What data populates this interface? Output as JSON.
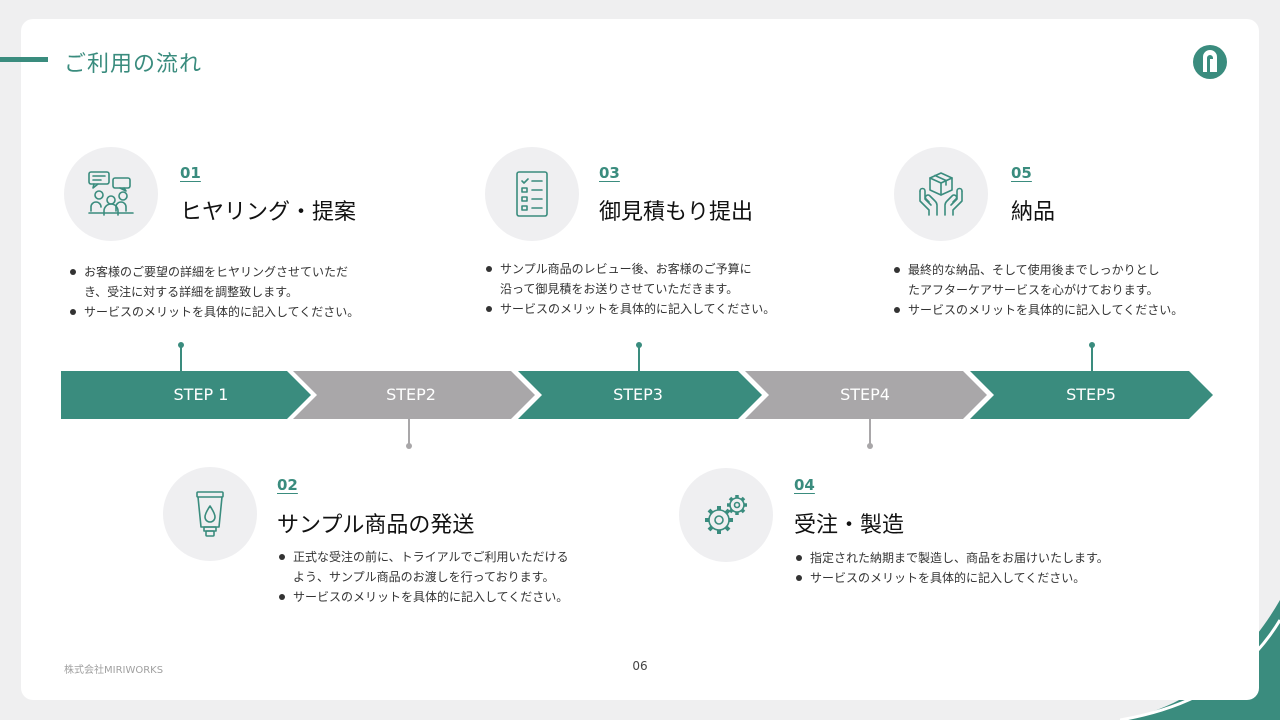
{
  "header": {
    "title": "ご利用の流れ"
  },
  "steps": [
    {
      "num": "01",
      "title": "ヒヤリング・提案",
      "icon": "meeting-icon",
      "bullets": [
        "お客様のご要望の詳細をヒヤリングさせていただ\nき、受注に対する詳細を調整致します。",
        "サービスのメリットを具体的に記入してください。"
      ]
    },
    {
      "num": "02",
      "title": "サンプル商品の発送",
      "icon": "tube-icon",
      "bullets": [
        "正式な受注の前に、トライアルでご利用いただける\nよう、サンプル商品のお渡しを行っております。",
        "サービスのメリットを具体的に記入してください。"
      ]
    },
    {
      "num": "03",
      "title": "御見積もり提出",
      "icon": "checklist-icon",
      "bullets": [
        "サンプル商品のレビュー後、お客様のご予算に\n沿って御見積をお送りさせていただきます。",
        "サービスのメリットを具体的に記入してください。"
      ]
    },
    {
      "num": "04",
      "title": "受注・製造",
      "icon": "gears-icon",
      "bullets": [
        "指定された納期まで製造し、商品をお届けいたします。",
        "サービスのメリットを具体的に記入してください。"
      ]
    },
    {
      "num": "05",
      "title": "納品",
      "icon": "hands-box-icon",
      "bullets": [
        "最終的な納品、そして使用後までしっかりとし\nたアフターケアサービスを心がけております。",
        "サービスのメリットを具体的に記入してください。"
      ]
    }
  ],
  "chevrons": [
    "STEP 1",
    "STEP2",
    "STEP3",
    "STEP4",
    "STEP5"
  ],
  "footer": {
    "company": "株式会社MIRIWORKS",
    "page": "06"
  },
  "colors": {
    "accent": "#3a8c7e",
    "gray": "#a9a7a9"
  }
}
